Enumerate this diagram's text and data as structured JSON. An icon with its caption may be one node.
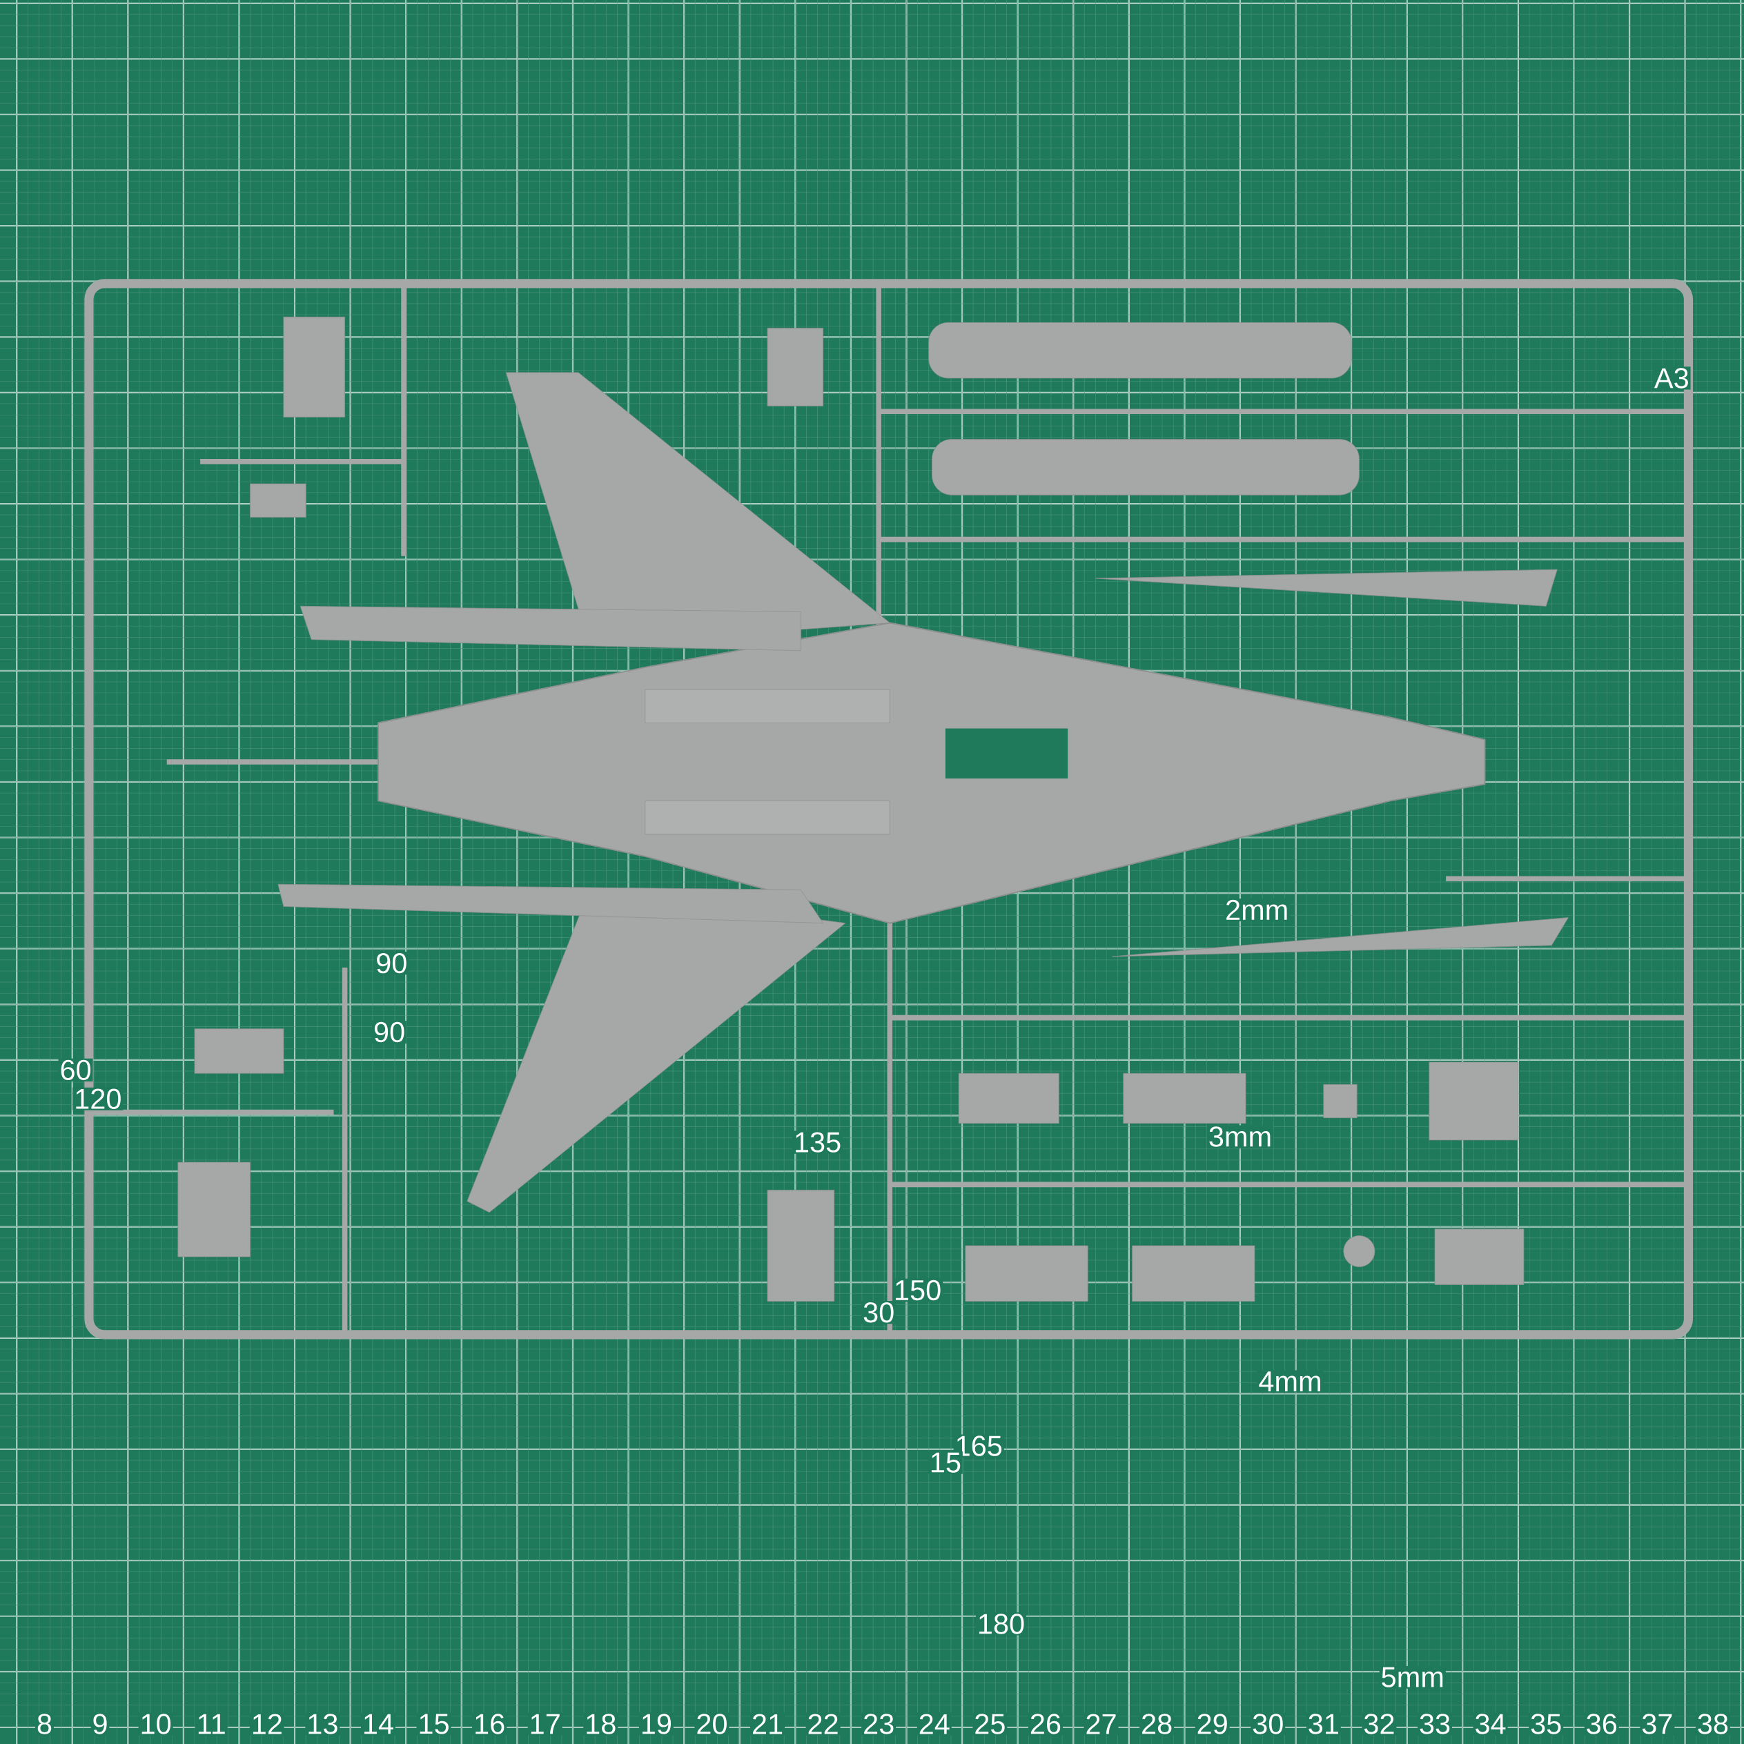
{
  "diagram": {
    "labels": [
      "A3",
      "2mm",
      "3mm",
      "4mm",
      "5mm",
      "90",
      "90",
      "60",
      "120",
      "135",
      "150",
      "30",
      "165",
      "15",
      "180",
      "8",
      "9",
      "10",
      "11",
      "12",
      "13",
      "14",
      "15",
      "16",
      "17",
      "18",
      "19",
      "20",
      "21",
      "22",
      "23",
      "24",
      "25",
      "26",
      "27",
      "28",
      "29",
      "30",
      "31",
      "32",
      "33",
      "34",
      "35",
      "36",
      "37",
      "38"
    ]
  }
}
